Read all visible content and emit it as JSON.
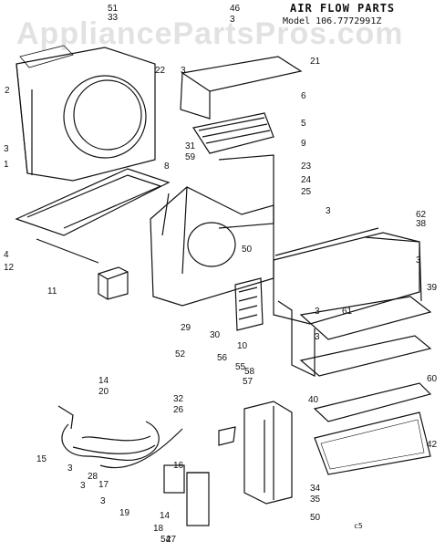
{
  "title": "AIR FLOW PARTS",
  "model": "Model 106.7772991Z",
  "watermark": "AppliancePartsPros.com",
  "diagram_code": "c5",
  "callouts": [
    "51",
    "33",
    "46",
    "3",
    "22",
    "3",
    "21",
    "2",
    "6",
    "5",
    "3",
    "31",
    "59",
    "9",
    "1",
    "8",
    "23",
    "24",
    "25",
    "3",
    "62",
    "38",
    "3",
    "4",
    "12",
    "50",
    "11",
    "39",
    "29",
    "30",
    "10",
    "3",
    "61",
    "3",
    "60",
    "14",
    "20",
    "52",
    "56",
    "55",
    "58",
    "57",
    "32",
    "26",
    "40",
    "15",
    "3",
    "28",
    "16",
    "3",
    "42",
    "17",
    "3",
    "19",
    "14",
    "18",
    "27",
    "34",
    "35",
    "50",
    "54"
  ]
}
